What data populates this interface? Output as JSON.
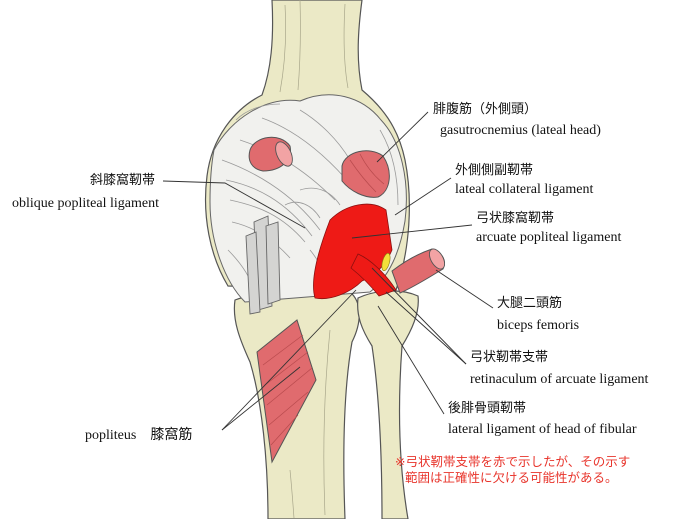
{
  "labels": {
    "gastroc_lateral_jp": "腓腹筋（外側頭）",
    "gastroc_lateral_en": "gasutrocnemius (lateal head)",
    "lcl_jp": "外側側副靭帯",
    "lcl_en": "lateal collateral ligament",
    "arcuate_jp": "弓状膝窩靭帯",
    "arcuate_en": "arcuate popliteal ligament",
    "oblique_jp": "斜膝窩靭帯",
    "oblique_en": "oblique popliteal ligament",
    "biceps_jp": "大腿二頭筋",
    "biceps_en": "biceps femoris",
    "retinaculum_jp": "弓状靭帯支帯",
    "retinaculum_en": "retinaculum of arcuate ligament",
    "fibular_head_jp": "後腓骨頭靭帯",
    "fibular_head_en": "lateral ligament of head of fibular",
    "popliteus": "popliteus　膝窩筋"
  },
  "note": {
    "line1": "※弓状靭帯支帯を赤で示したが、その示す",
    "line2": "範囲は正確性に欠ける可能性がある。"
  },
  "colors": {
    "bone": "#ebe9c6",
    "capsule": "#f1f1ee",
    "tendon": "#d4d4d2",
    "muscle": "#e06b6e",
    "muscle_cut": "#f2a3a4",
    "ligament_red": "#ee1a16",
    "note": "#e8342b",
    "outline": "#555555",
    "leader": "#333333"
  }
}
